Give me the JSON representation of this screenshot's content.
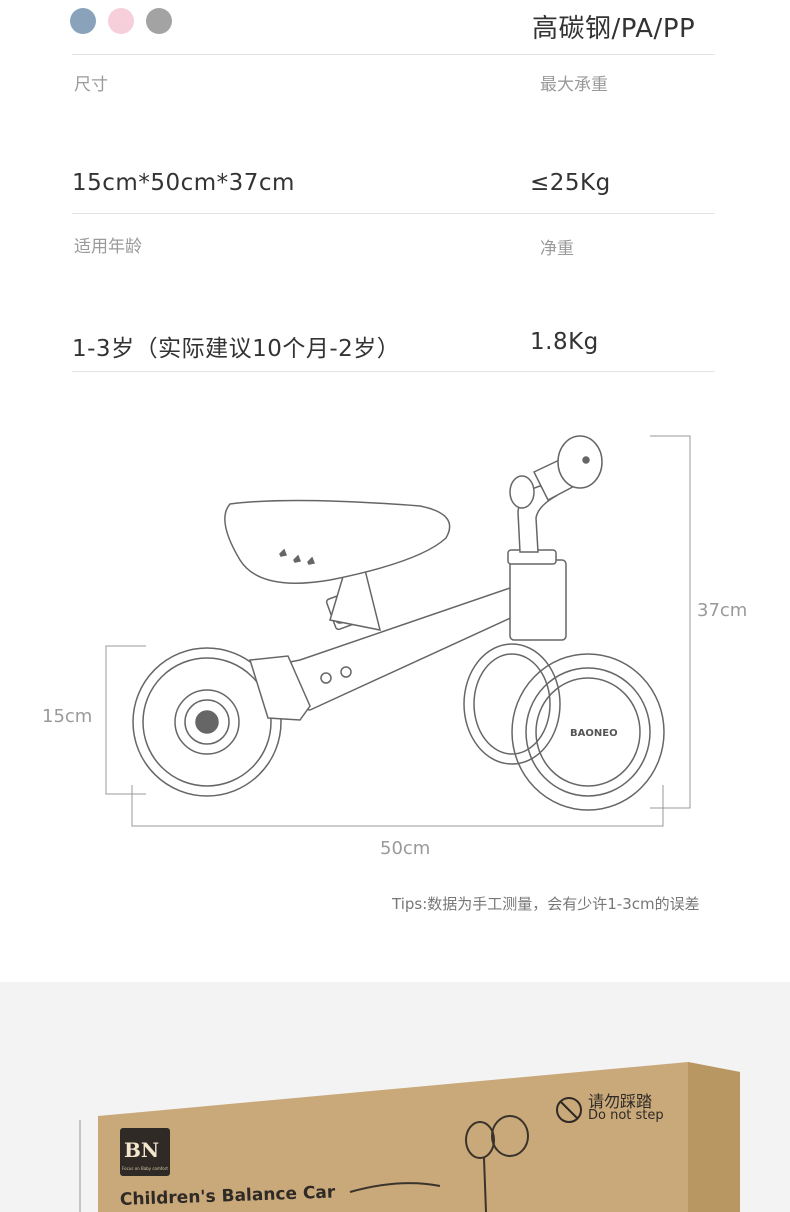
{
  "colors": {
    "swatches": [
      "#8aa3bb",
      "#f6cfda",
      "#a3a3a3"
    ],
    "box": "#c9a97a"
  },
  "specs": {
    "material_value": "高碳钢/PA/PP",
    "size_label": "尺寸",
    "size_value": "15cm*50cm*37cm",
    "max_load_label": "最大承重",
    "max_load_value": "≤25Kg",
    "age_label": "适用年龄",
    "age_value": "1-3岁（实际建议10个月-2岁）",
    "weight_label": "净重",
    "weight_value": "1.8Kg"
  },
  "diagram": {
    "height_label": "37cm",
    "wheel_label": "15cm",
    "length_label": "50cm",
    "brand_on_wheel": "BAONEO"
  },
  "tips": "Tips:数据为手工测量，会有少许1-3cm的误差",
  "box": {
    "logo": "BN",
    "logo_tagline": "Focus on Baby comfort",
    "title": "Children's Balance Car",
    "no_step_cn": "请勿踩踏",
    "no_step_en": "Do not step"
  }
}
